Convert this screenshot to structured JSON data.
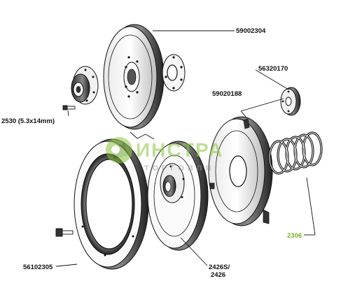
{
  "parts": [
    {
      "id": "flywheel",
      "label": "59002304"
    },
    {
      "id": "release-plate",
      "label": "56320170"
    },
    {
      "id": "cover-plate",
      "label": "59020188"
    },
    {
      "id": "bolt",
      "label": "2530 (5.3x14mm)"
    },
    {
      "id": "friction-disc",
      "label": "56102305"
    },
    {
      "id": "clutch-disc",
      "label": "2426S/\n2426"
    },
    {
      "id": "spring",
      "label": "2306"
    }
  ],
  "colors": {
    "ink": "#111111",
    "accent_green": "#7ab52d",
    "watermark_green": "#8cc63f",
    "watermark_gray": "#9a9a9a"
  },
  "watermark": {
    "line1": "ИНСТРА",
    "line2": "ТОРГОВЛЯ"
  }
}
